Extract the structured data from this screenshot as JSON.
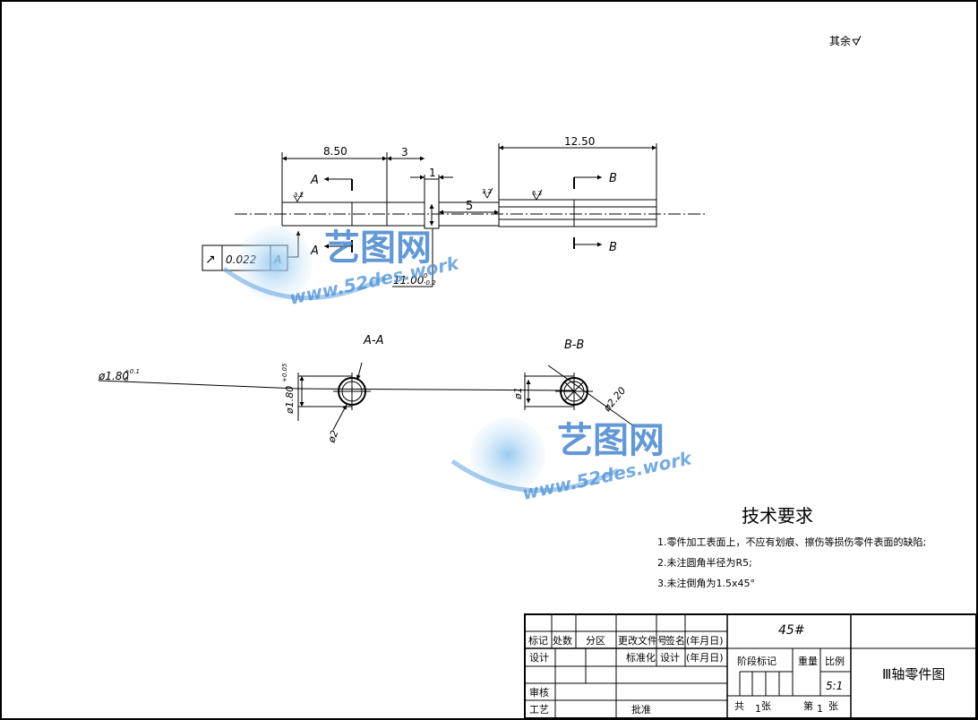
{
  "surface_note": "其余",
  "dims": {
    "d850": "8.50",
    "d3": "3",
    "d1": "1",
    "d5": "5",
    "d1250": "12.50",
    "d1100": "11.00",
    "d1100_tol": "-0.2",
    "d1100_tol_upper": "0",
    "dia180": "ø1.80",
    "dia180_tol_upper": "+0.1",
    "dia180_tol_lower": "0",
    "dia180b": "ø1.80",
    "dia180b_tol": "+0.05",
    "dia2": "ø2",
    "dia1": "ø1",
    "dia220": "ø2.20"
  },
  "roughness": {
    "r1": "3.2",
    "r2": "3.2",
    "r3": "6.3"
  },
  "section_marks": {
    "a": "A",
    "b": "B",
    "aa": "A-A",
    "bb": "B-B"
  },
  "tolerance_frame": {
    "symbol": "↗",
    "value": "0.022",
    "datum": "A"
  },
  "watermark": {
    "brand": "艺图网",
    "url": "www.52des.work"
  },
  "tech_requirements": {
    "title": "技术要求",
    "items": [
      "1.零件加工表面上，不应有划痕、擦伤等损伤零件表面的缺陷;",
      "2.未注圆角半径为R5;",
      "3.未注倒角为1.5x45°"
    ]
  },
  "title_block": {
    "material": "45#",
    "part_name": "Ⅲ轴零件图",
    "scale": "5:1",
    "headers": {
      "mark": "标记",
      "count": "处数",
      "zone": "分区",
      "change_doc": "更改文件号",
      "sign": "签名",
      "date": "(年月日)",
      "design": "设计",
      "standardize": "标准化",
      "design2": "设计",
      "date2": "(年月日)",
      "stage_mark": "阶段标记",
      "weight": "重量",
      "ratio": "比例",
      "review": "审核",
      "process": "工艺",
      "approve": "批准",
      "total": "共",
      "total_num": "1",
      "sheets": "张",
      "page": "第",
      "page_num": "1",
      "page_unit": "张"
    }
  }
}
